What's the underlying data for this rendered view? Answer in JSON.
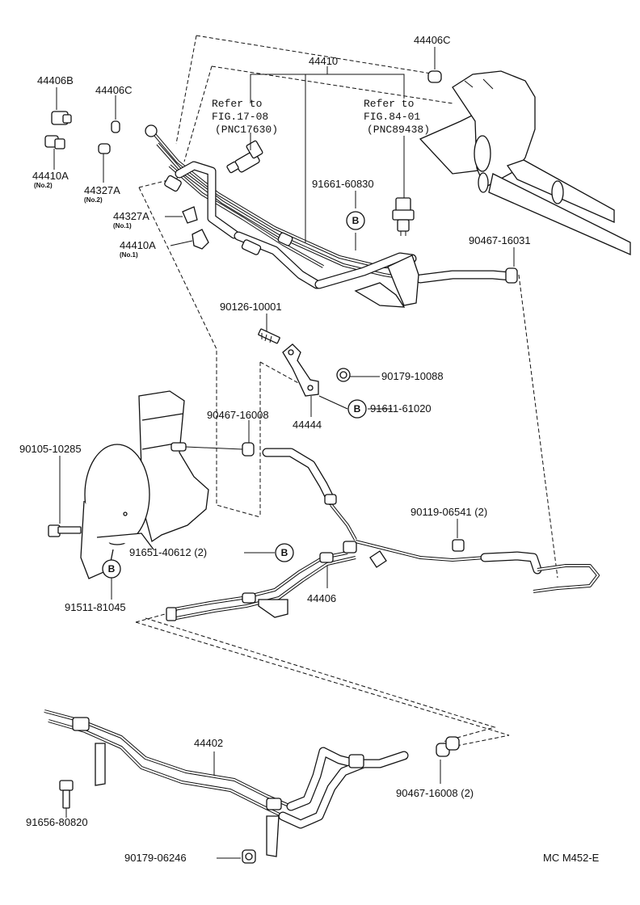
{
  "labels": {
    "p44406c_top": "44406C",
    "p44410": "44410",
    "p44406b": "44406B",
    "p44406c_left": "44406C",
    "p44410a_no2": "44410A",
    "no2_a": "(No.2)",
    "p44327a_no2": "44327A",
    "no2_b": "(No.2)",
    "p44327a_no1": "44327A",
    "no1_a": "(No.1)",
    "p44410a_no1": "44410A",
    "no1_b": "(No.1)",
    "refer1_a": "Refer to",
    "refer1_b": "FIG.17-08",
    "refer1_c": "(PNC17630)",
    "refer2_a": "Refer to",
    "refer2_b": "FIG.84-01",
    "refer2_c": "(PNC89438)",
    "p91661_60830": "91661-60830",
    "p90467_16031": "90467-16031",
    "p90126_10001": "90126-10001",
    "p90179_10088": "90179-10088",
    "p90467_16008": "90467-16008",
    "p44444": "44444",
    "p91611_61020": "91611-61020",
    "p90105_10285": "90105-10285",
    "p90119_06541": "90119-06541 (2)",
    "p91651_40612": "91651-40612 (2)",
    "p44406": "44406",
    "p91511_81045": "91511-81045",
    "p44402": "44402",
    "p91656_80820": "91656-80820",
    "p90467_16008_2": "90467-16008 (2)",
    "p90179_06246": "90179-06246",
    "diagram_code": "MC M452-E",
    "badge_b": "B"
  }
}
